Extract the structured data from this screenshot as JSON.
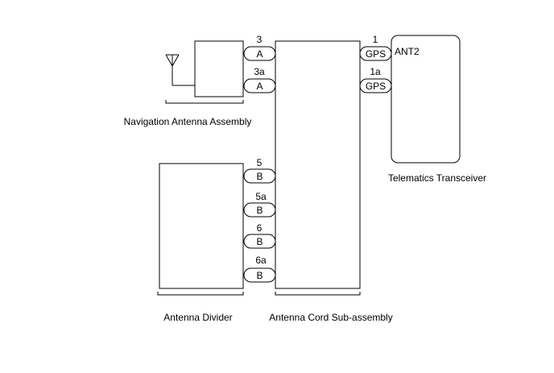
{
  "components": {
    "nav_antenna": "Navigation Antenna Assembly",
    "antenna_divider": "Antenna Divider",
    "cord_subassembly": "Antenna Cord Sub-assembly",
    "telematics": "Telematics Transceiver",
    "telematics_port": "ANT2"
  },
  "connectors": {
    "c3": {
      "pin": "3",
      "code": "A"
    },
    "c3a": {
      "pin": "3a",
      "code": "A"
    },
    "c5": {
      "pin": "5",
      "code": "B"
    },
    "c5a": {
      "pin": "5a",
      "code": "B"
    },
    "c6": {
      "pin": "6",
      "code": "B"
    },
    "c6a": {
      "pin": "6a",
      "code": "B"
    },
    "c1": {
      "pin": "1",
      "code": "GPS"
    },
    "c1a": {
      "pin": "1a",
      "code": "GPS"
    }
  }
}
